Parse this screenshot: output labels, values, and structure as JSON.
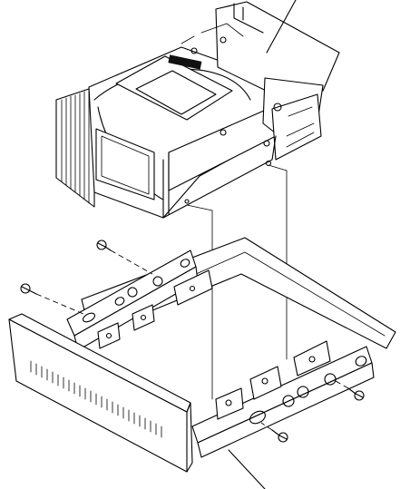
{
  "figure": {
    "type": "exploded-assembly-drawing",
    "parts": [
      {
        "id": "drive",
        "name": "hard-disk-drive"
      },
      {
        "id": "bracket",
        "name": "mounting-bracket-with-faceplate"
      },
      {
        "id": "screws",
        "name": "mounting-screws",
        "count": 4
      }
    ],
    "leader_lines": 2,
    "colors": {
      "ink": "#000000",
      "paper": "#ffffff"
    }
  }
}
